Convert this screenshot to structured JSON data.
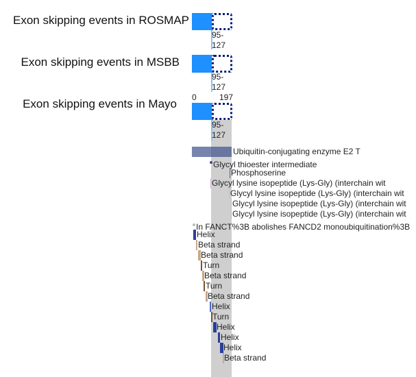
{
  "tracks": [
    {
      "title": "Exon skipping events in ROSMAP",
      "range": "95-\n127"
    },
    {
      "title": "Exon skipping events in MSBB",
      "range": "95-\n127"
    },
    {
      "title": "Exon skipping events in Mayo",
      "range": "95-\n127"
    }
  ],
  "axis": {
    "min": "0",
    "max": "197"
  },
  "colors": {
    "exon": "#1e90ff",
    "dotted": "#0a1a7a",
    "band": "#cfcfcf",
    "helix": "#2a3f9a",
    "beta": "#c9a88a",
    "turn": "#7a5230",
    "chain": "#6b7aa1"
  },
  "features": [
    {
      "label": "Ubiquitin-conjugating enzyme E2 T",
      "type": "chain"
    },
    {
      "label": "Glycyl thioester intermediate",
      "type": "site"
    },
    {
      "label": "Phosphoserine",
      "type": "mod"
    },
    {
      "label": "Glycyl lysine isopeptide (Lys-Gly) (interchain wit",
      "type": "crosslink"
    },
    {
      "label": "Glycyl lysine isopeptide (Lys-Gly) (interchain wit",
      "type": "crosslink"
    },
    {
      "label": "Glycyl lysine isopeptide (Lys-Gly) (interchain wit",
      "type": "crosslink"
    },
    {
      "label": "Glycyl lysine isopeptide (Lys-Gly) (interchain wit",
      "type": "crosslink"
    },
    {
      "label": "In FANCT%3B abolishes FANCD2 monoubiquitination%3B",
      "type": "variant"
    },
    {
      "label": "Helix",
      "type": "helix"
    },
    {
      "label": "Beta strand",
      "type": "beta"
    },
    {
      "label": "Beta strand",
      "type": "beta"
    },
    {
      "label": "Turn",
      "type": "turn"
    },
    {
      "label": "Beta strand",
      "type": "beta"
    },
    {
      "label": "Turn",
      "type": "turn"
    },
    {
      "label": "Beta strand",
      "type": "beta"
    },
    {
      "label": "Helix",
      "type": "helix"
    },
    {
      "label": "Turn",
      "type": "turn"
    },
    {
      "label": "Helix",
      "type": "helix"
    },
    {
      "label": "Helix",
      "type": "helix"
    },
    {
      "label": "Helix",
      "type": "helix"
    },
    {
      "label": "Beta strand",
      "type": "beta"
    }
  ]
}
